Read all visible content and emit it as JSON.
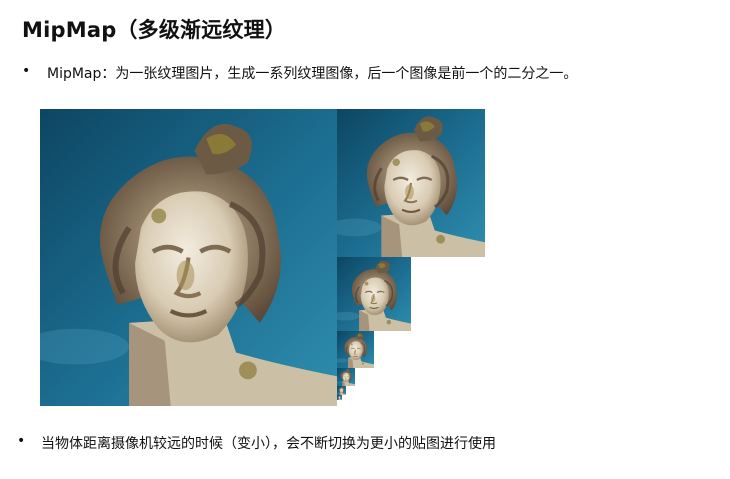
{
  "title": "MipMap（多级渐远纹理）",
  "bullets": [
    {
      "marker": "•",
      "text": "MipMap：为一张纹理图片，生成一系列纹理图像，后一个图像是前一个的二分之一。"
    },
    {
      "marker": "•",
      "text": "当物体距离摄像机较远的时候（变小），会不断切换为更小的贴图进行使用"
    }
  ],
  "figure": {
    "description_icon": "statue-mipmap-image",
    "levels": 7,
    "colors": {
      "sky_dark": "#0f4f6e",
      "sky_light": "#2a86a6",
      "stone_light": "#efe6d4",
      "stone_mid": "#c9b79a",
      "stone_dark": "#6d5a44",
      "moss": "#8a7a38"
    }
  }
}
